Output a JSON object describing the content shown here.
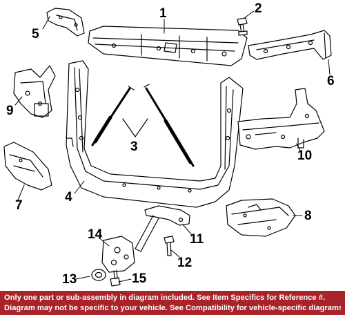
{
  "callouts": {
    "c1": "1",
    "c2": "2",
    "c3": "3",
    "c4": "4",
    "c5": "5",
    "c6": "6",
    "c7": "7",
    "c8": "8",
    "c9": "9",
    "c10": "10",
    "c11": "11",
    "c12": "12",
    "c13": "13",
    "c14": "14",
    "c15": "15"
  },
  "footer": {
    "line1": "Only one part or sub-assembly in diagram included. See Item Specifics for Reference #.",
    "line2": "Diagram may not be specific to your vehicle. See Compatibility for vehicle-specific diagrams."
  },
  "colors": {
    "footer_bg": "#a8242a",
    "footer_text": "#ffffff",
    "line_art": "#000000"
  }
}
